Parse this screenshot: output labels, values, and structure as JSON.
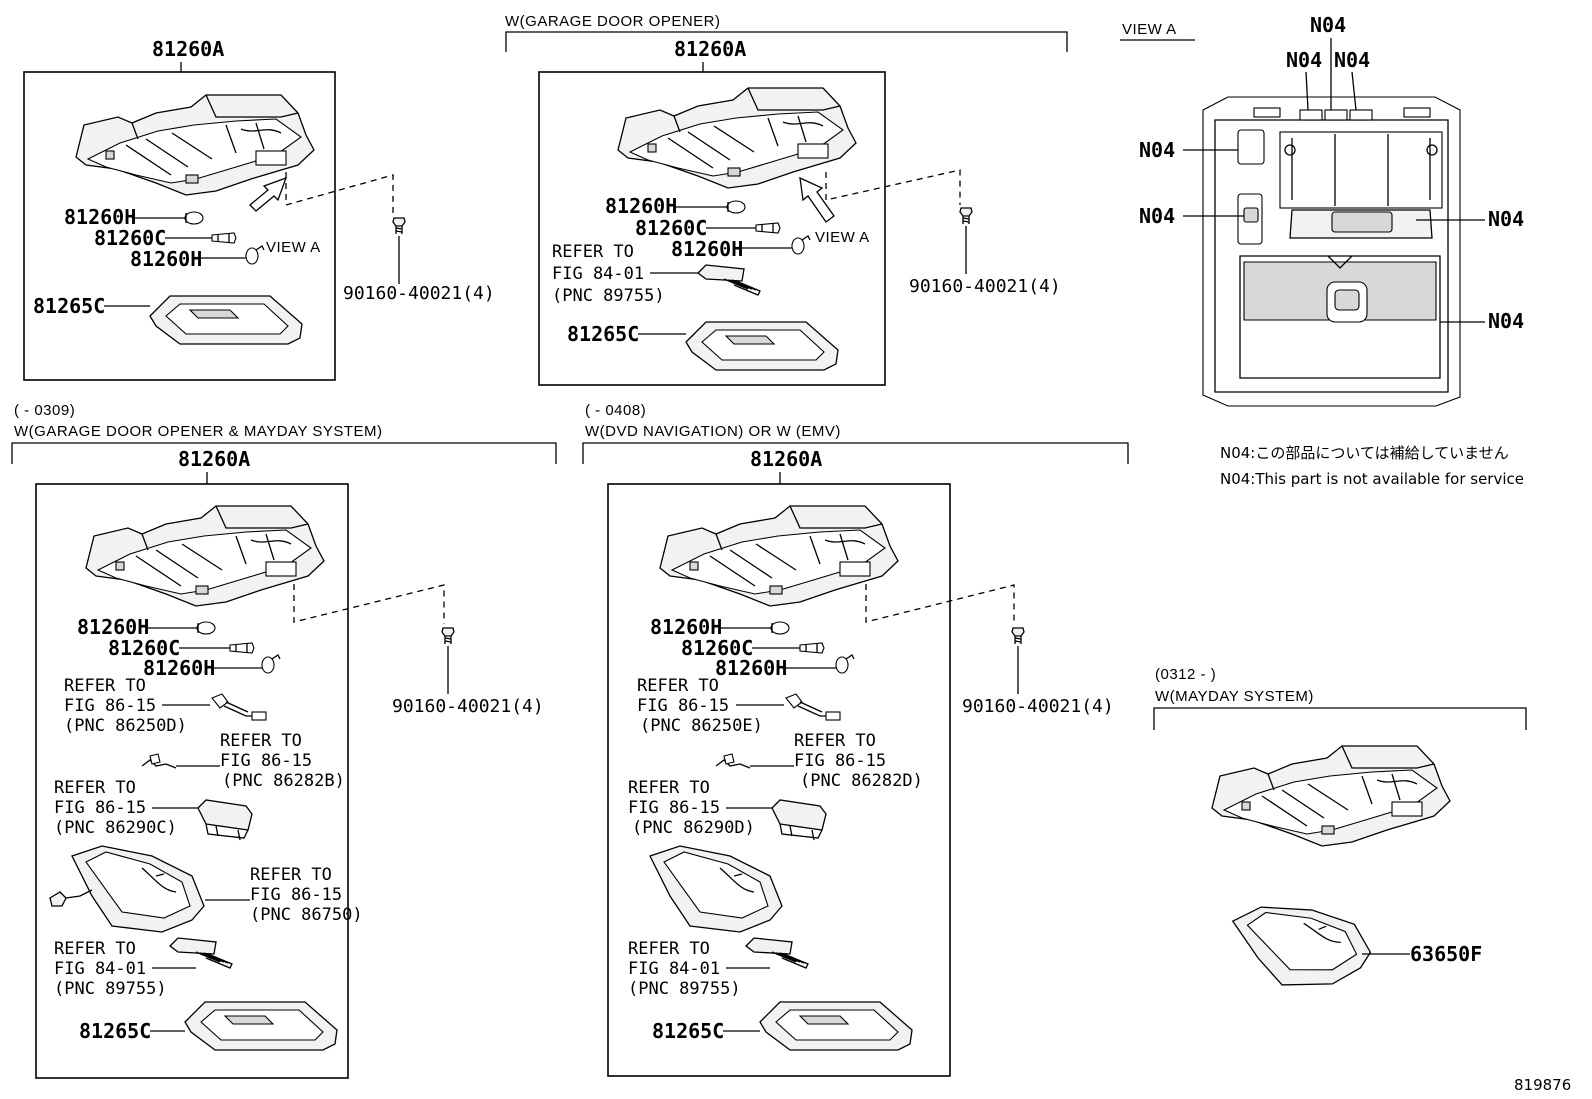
{
  "sections": {
    "s1": {
      "part": "81260A",
      "h1": "81260H",
      "c": "81260C",
      "h2": "81260H",
      "lens": "81265C",
      "view": "VIEW A",
      "screw": "90160-40021(4)"
    },
    "s2": {
      "cond": "W(GARAGE DOOR OPENER)",
      "part": "81260A",
      "h1": "81260H",
      "c": "81260C",
      "h2": "81260H",
      "lens": "81265C",
      "view": "VIEW A",
      "screw": "90160-40021(4)",
      "ref": [
        "REFER TO",
        "FIG 84-01",
        "(PNC 89755)"
      ]
    },
    "s3": {
      "date": "(     - 0309)",
      "cond": "W(GARAGE DOOR OPENER & MAYDAY SYSTEM)",
      "part": "81260A",
      "h1": "81260H",
      "c": "81260C",
      "h2": "81260H",
      "lens": "81265C",
      "screw": "90160-40021(4)",
      "ref1": [
        "REFER TO",
        "FIG 86-15",
        "(PNC 86250D)"
      ],
      "ref2": [
        "REFER TO",
        "FIG 86-15",
        "(PNC 86282B)"
      ],
      "ref3": [
        "REFER TO",
        "FIG 86-15",
        "(PNC 86290C)"
      ],
      "ref4": [
        "REFER TO",
        "FIG 86-15",
        "(PNC 86750)"
      ],
      "ref5": [
        "REFER TO",
        "FIG 84-01",
        "(PNC 89755)"
      ]
    },
    "s4": {
      "date": "(     - 0408)",
      "cond": "W(DVD NAVIGATION) OR W (EMV)",
      "part": "81260A",
      "h1": "81260H",
      "c": "81260C",
      "h2": "81260H",
      "lens": "81265C",
      "screw": "90160-40021(4)",
      "ref1": [
        "REFER TO",
        "FIG 86-15",
        "(PNC 86250E)"
      ],
      "ref2": [
        "REFER TO",
        "FIG 86-15",
        "(PNC 86282D)"
      ],
      "ref3": [
        "REFER TO",
        "FIG 86-15",
        "(PNC 86290D)"
      ],
      "ref5": [
        "REFER TO",
        "FIG 84-01",
        "(PNC 89755)"
      ]
    },
    "view_a": {
      "title": "VIEW A",
      "tag": "N04"
    },
    "notes": {
      "jp": "N04:この部品については補給していません",
      "en": "N04:This part is not available for service"
    },
    "s5": {
      "date": "(0312 -      )",
      "cond": "W(MAYDAY SYSTEM)",
      "part": "63650F"
    },
    "figure_id": "819876"
  }
}
